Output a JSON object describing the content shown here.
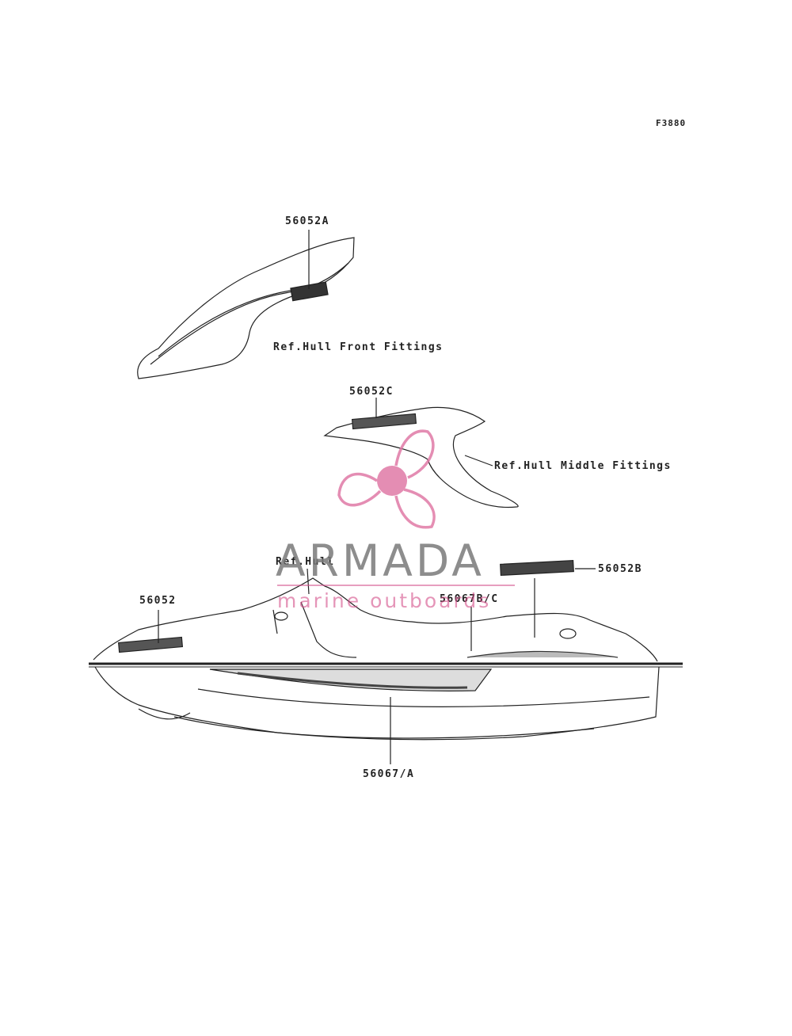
{
  "figure_code": "F3880",
  "callouts": {
    "front_decal": "56052A",
    "front_ref": "Ref.Hull Front Fittings",
    "middle_decal": "56052C",
    "middle_ref": "Ref.Hull Middle Fittings",
    "hull_ref": "Ref.Hull",
    "side_logo": "56052",
    "rear_decal": "56052B",
    "stripe_upper": "56067B/C",
    "stripe_lower": "56067/A"
  },
  "watermark": {
    "brand": "ARMADA",
    "tagline": "marine outboards",
    "colors": {
      "pink": "#e07aa6",
      "gray": "#7a7a7a"
    }
  },
  "colors": {
    "line": "#222222",
    "paper": "#ffffff"
  }
}
